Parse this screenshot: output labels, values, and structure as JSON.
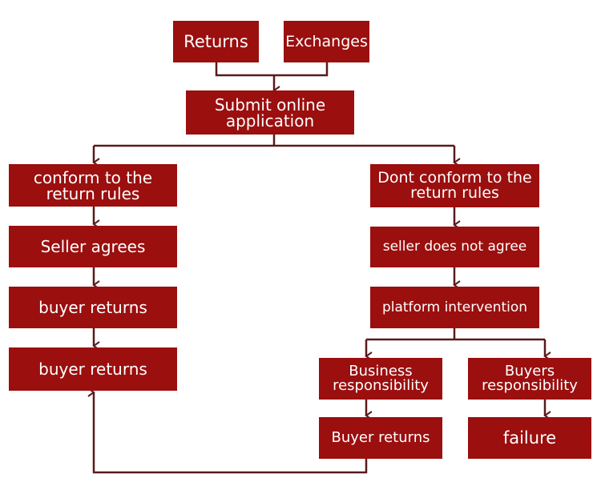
{
  "flowchart": {
    "nodes": {
      "returns": "Returns",
      "exchanges": "Exchanges",
      "submit": "Submit online\napplication",
      "conform": "conform to the\nreturn rules",
      "seller_agrees": "Seller agrees",
      "buyer_returns_1": "buyer returns",
      "buyer_returns_2": "buyer returns",
      "dont_conform": "Dont conform to the\nreturn rules",
      "seller_not_agree": "seller does not agree",
      "platform": "platform intervention",
      "business_resp": "Business\nresponsibility",
      "buyers_resp": "Buyers\nresponsibility",
      "buyer_returns_3": "Buyer returns",
      "failure": "failure"
    },
    "colors": {
      "box_fill": "#9b0f0f",
      "box_text": "#ffffff",
      "line": "#5a1a1a"
    }
  }
}
